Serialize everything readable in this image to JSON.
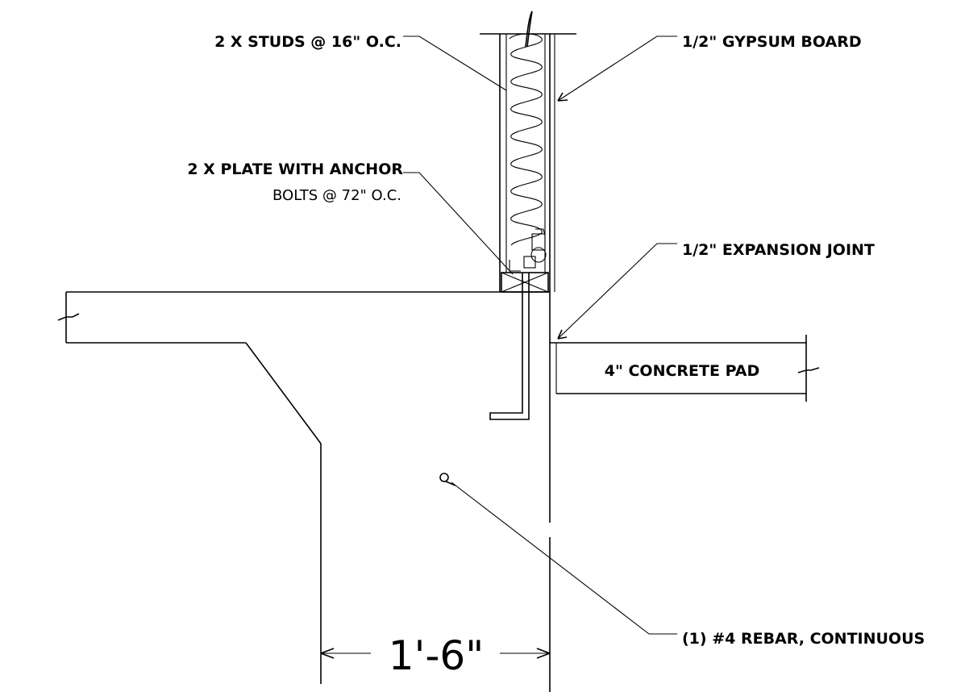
{
  "labels": {
    "studs": "2 X STUDS @ 16\" O.C.",
    "gypsum": "1/2\" GYPSUM BOARD",
    "plate_line1": "2 X  PLATE WITH ANCHOR",
    "plate_line2": "BOLTS @ 72\" O.C.",
    "expansion": "1/2\" EXPANSION JOINT",
    "concrete_pad": "4\" CONCRETE PAD",
    "rebar": "(1) #4 REBAR, CONTINUOUS"
  },
  "dimension": {
    "footing_width": "1'-6\""
  }
}
